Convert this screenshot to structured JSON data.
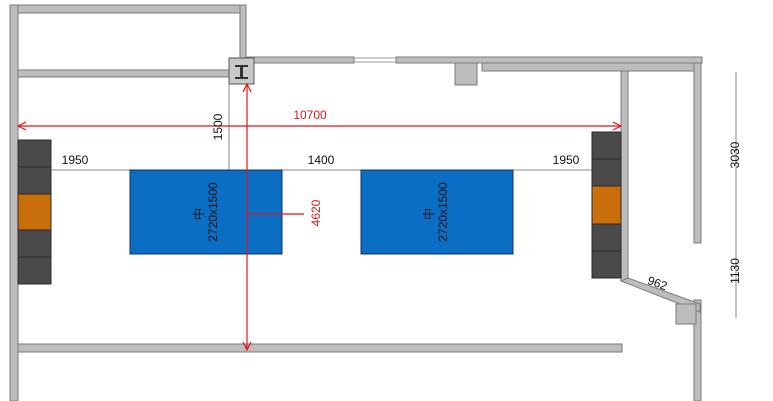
{
  "plan": {
    "dimensions": {
      "overall_width": "10700",
      "clearance_top": "1500",
      "gap_left": "1950",
      "gap_middle": "1400",
      "gap_right": "1950",
      "room_depth": "4620",
      "right_upper": "3030",
      "right_lower": "1130",
      "diagonal": "962"
    },
    "tables": [
      {
        "mark": "中",
        "size": "2720x1500"
      },
      {
        "mark": "中",
        "size": "2720x1500"
      }
    ],
    "colors": {
      "table_fill": "#0a6fc4",
      "table_stroke": "#1b2d5a",
      "wall": "#bdbdbd",
      "dimension_red": "#e0161b",
      "seat_dark": "#4a4a4a",
      "seat_orange": "#c86e0a"
    }
  }
}
